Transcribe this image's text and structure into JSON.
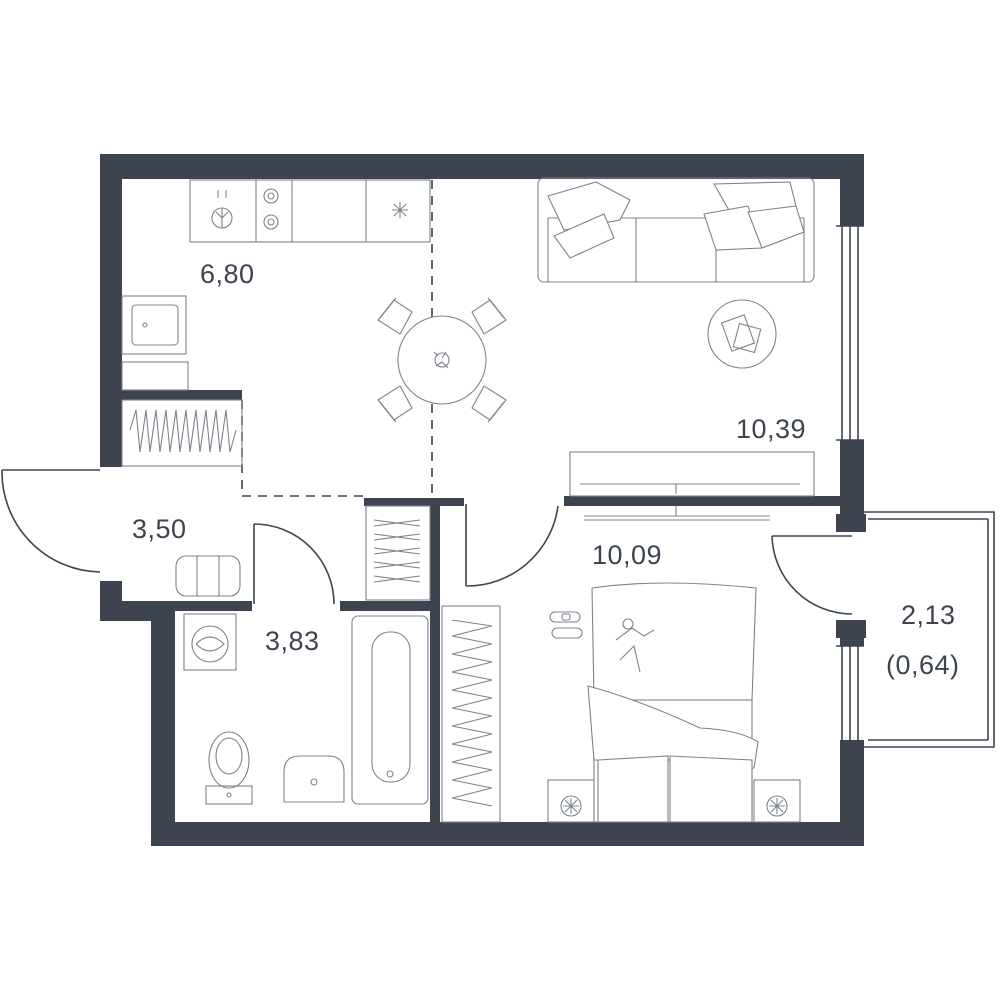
{
  "colors": {
    "wall": "#3d4450",
    "furniture_stroke": "#7d838c",
    "background": "#ffffff"
  },
  "rooms": {
    "kitchen": {
      "area": "6,80"
    },
    "living": {
      "area": "10,39"
    },
    "hall": {
      "area": "3,50"
    },
    "bathroom": {
      "area": "3,83"
    },
    "bedroom": {
      "area": "10,09"
    },
    "balcony": {
      "area": "2,13",
      "reduced_area": "(0,64)"
    }
  }
}
